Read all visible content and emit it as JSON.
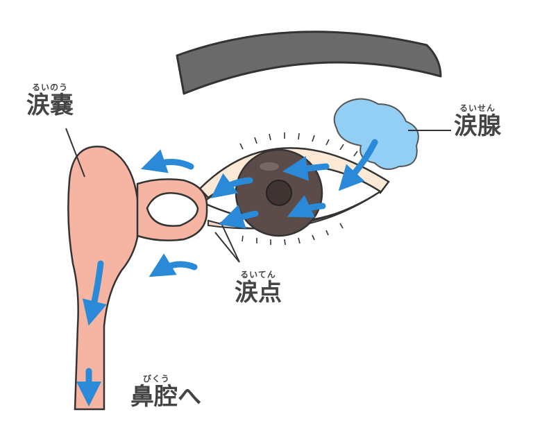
{
  "labels": {
    "lacrimal_sac": {
      "text": "涙嚢",
      "reading": "るいのう"
    },
    "lacrimal_gland": {
      "text": "涙腺",
      "reading": "るいせん"
    },
    "lacrimal_punctum": {
      "text": "涙点",
      "reading": "るいてん"
    },
    "nasal_cavity": {
      "text": "鼻腔へ",
      "reading": "びくう"
    }
  },
  "colors": {
    "tear_arrow": "#2a8ad8",
    "sac": "#f6b4a3",
    "gland": "#93cff5",
    "eyebrow": "#6a6a6a",
    "iris": "#5b4b49"
  }
}
